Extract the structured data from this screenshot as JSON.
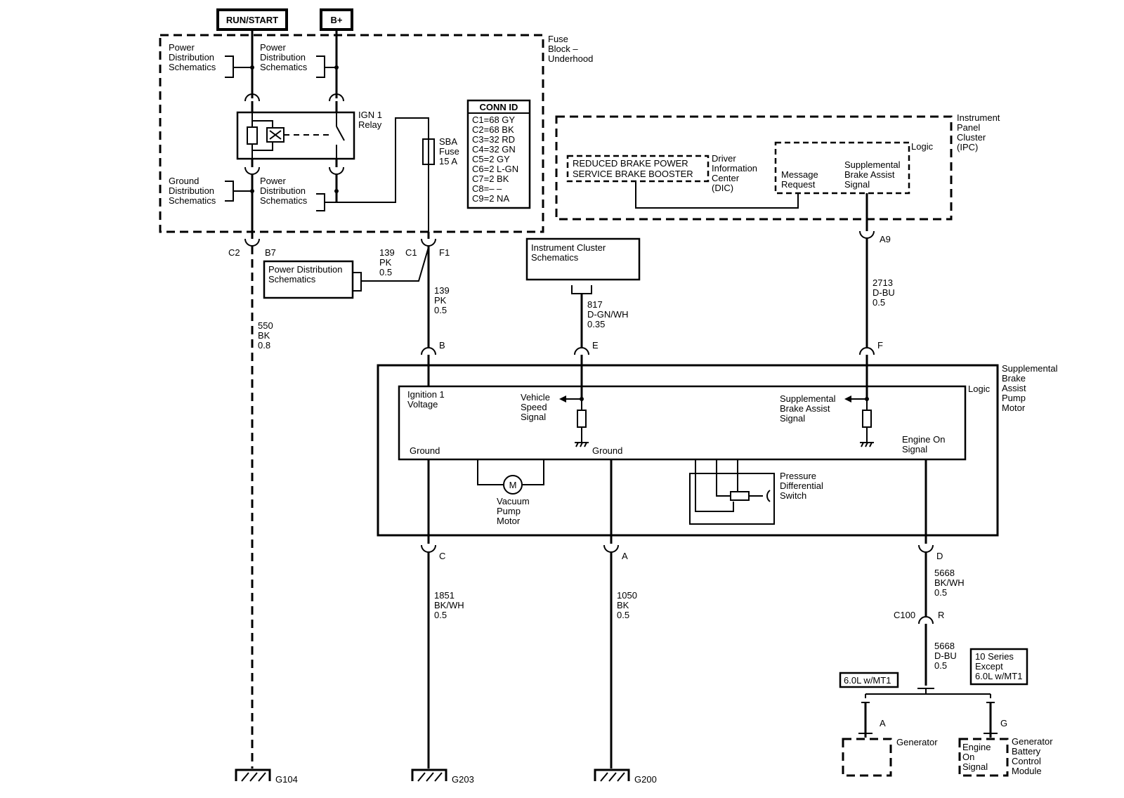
{
  "supplies": {
    "run_start": "RUN/START",
    "b_plus": "B+"
  },
  "fuse_block": {
    "title_lines": [
      "Fuse",
      "Block –",
      "Underhood"
    ],
    "power_dist_left": [
      "Power",
      "Distribution",
      "Schematics"
    ],
    "power_dist_right": [
      "Power",
      "Distribution",
      "Schematics"
    ],
    "ground_dist": [
      "Ground",
      "Distribution",
      "Schematics"
    ],
    "power_dist_lower": [
      "Power",
      "Distribution",
      "Schematics"
    ],
    "relay_lines": [
      "IGN 1",
      "Relay"
    ],
    "fuse_lines": [
      "SBA",
      "Fuse",
      "15 A"
    ]
  },
  "conn_id": {
    "title": "CONN ID",
    "rows": [
      "C1=68 GY",
      "C2=68 BK",
      "C3=32 RD",
      "C4=32 GN",
      "C5=2 GY",
      "C6=2 L-GN",
      "C7=2 BK",
      "C8=– –",
      "C9=2 NA"
    ]
  },
  "ipc": {
    "title_lines": [
      "Instrument",
      "Panel",
      "Cluster",
      "(IPC)"
    ],
    "logic": "Logic",
    "dic_msg_lines": [
      "REDUCED BRAKE POWER",
      "SERVICE BRAKE BOOSTER"
    ],
    "dic_lines": [
      "Driver",
      "Information",
      "Center",
      "(DIC)"
    ],
    "message_request_lines": [
      "Message",
      "Request"
    ],
    "sba_signal_lines": [
      "Supplemental",
      "Brake Assist",
      "Signal"
    ]
  },
  "connectors": {
    "c2": "C2",
    "b7": "B7",
    "c1": "C1",
    "f1": "F1",
    "a9": "A9",
    "b": "B",
    "e": "E",
    "f": "F",
    "c": "C",
    "a": "A",
    "d": "D",
    "c100": "C100",
    "r": "R",
    "gen_a": "A",
    "bcm_g": "G"
  },
  "wires": {
    "w550": [
      "550",
      "BK",
      "0.8"
    ],
    "w139_splice": [
      "139",
      "PK",
      "0.5"
    ],
    "w139": [
      "139",
      "PK",
      "0.5"
    ],
    "w817": [
      "817",
      "D-GN/WH",
      "0.35"
    ],
    "w2713": [
      "2713",
      "D-BU",
      "0.5"
    ],
    "w1851": [
      "1851",
      "BK/WH",
      "0.5"
    ],
    "w1050": [
      "1050",
      "BK",
      "0.5"
    ],
    "w5668_upper": [
      "5668",
      "BK/WH",
      "0.5"
    ],
    "w5668_lower": [
      "5668",
      "D-BU",
      "0.5"
    ]
  },
  "power_dist_box": [
    "Power Distribution",
    "Schematics"
  ],
  "instrument_cluster_box": [
    "Instrument Cluster",
    "Schematics"
  ],
  "sba_module": {
    "title_lines": [
      "Supplemental",
      "Brake",
      "Assist",
      "Pump",
      "Motor"
    ],
    "logic": "Logic",
    "ign1_lines": [
      "Ignition 1",
      "Voltage"
    ],
    "vss_lines": [
      "Vehicle",
      "Speed",
      "Signal"
    ],
    "sba_signal_lines": [
      "Supplemental",
      "Brake Assist",
      "Signal"
    ],
    "engine_on_lines": [
      "Engine On",
      "Signal"
    ],
    "ground_left": "Ground",
    "ground_mid": "Ground",
    "motor_symbol": "M",
    "vacuum_pump_lines": [
      "Vacuum",
      "Pump",
      "Motor"
    ],
    "pressure_switch_lines": [
      "Pressure",
      "Differential",
      "Switch"
    ]
  },
  "options": {
    "left": "6.0L w/MT1",
    "right_lines": [
      "10 Series",
      "Except",
      "6.0L w/MT1"
    ]
  },
  "generator": "Generator",
  "bcm": {
    "title_lines": [
      "Generator",
      "Battery",
      "Control",
      "Module"
    ],
    "inner_lines": [
      "Engine",
      "On",
      "Signal"
    ]
  },
  "grounds": {
    "g104": "G104",
    "g203": "G203",
    "g200": "G200"
  }
}
